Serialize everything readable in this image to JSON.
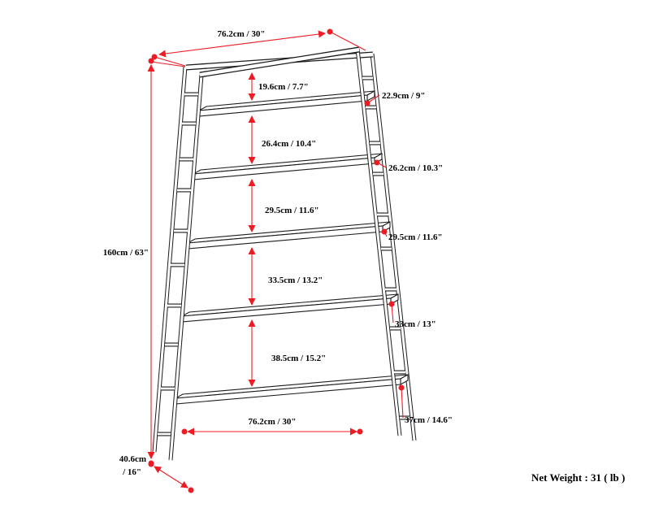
{
  "colors": {
    "accent": "#ed1c24",
    "line": "#1c1c1c",
    "background": "#ffffff"
  },
  "labels": {
    "top_width": "76.2cm / 30\"",
    "overall_height": "160cm / 63\"",
    "bottom_inner_width": "76.2cm / 30\"",
    "base_depth_line1": "40.6cm",
    "base_depth_line2": "/ 16\"",
    "net_weight": "Net Weight : 31 ( lb )"
  },
  "shelf_gaps": [
    "19.6cm / 7.7\"",
    "26.4cm / 10.4\"",
    "29.5cm / 11.6\"",
    "33.5cm / 13.2\"",
    "38.5cm / 15.2\""
  ],
  "shelf_depths": [
    "22.9cm / 9\"",
    "26.2cm / 10.3\"",
    "29.5cm / 11.6\"",
    "33cm / 13\"",
    "37cm / 14.6\""
  ]
}
